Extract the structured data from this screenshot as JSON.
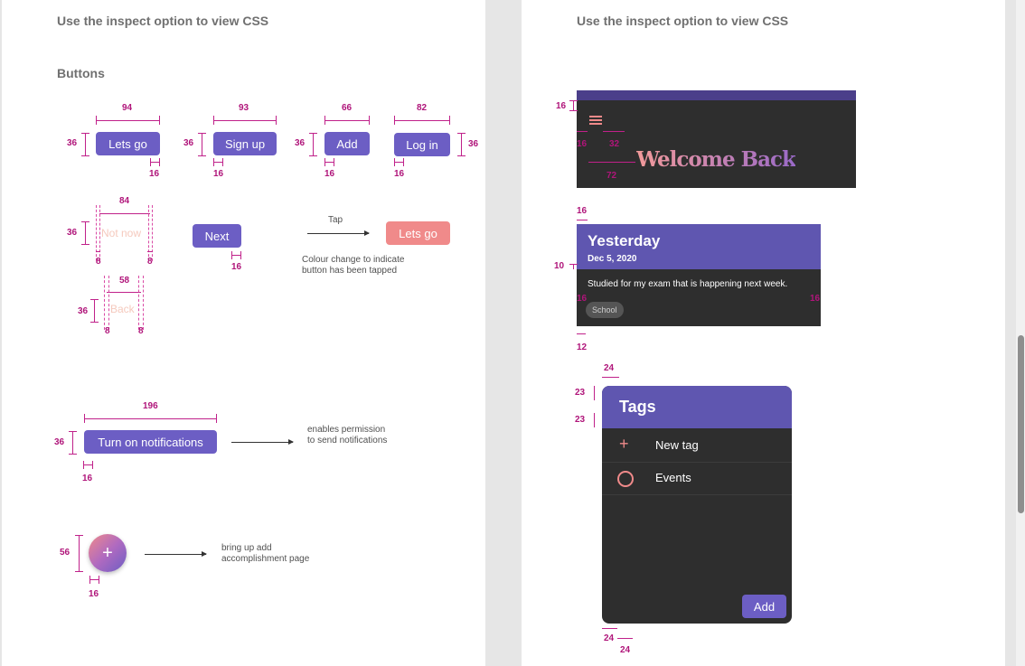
{
  "left_panel": {
    "header": "Use the inspect option to view CSS",
    "section_title": "Buttons",
    "buttons": {
      "lets_go": "Lets go",
      "sign_up": "Sign up",
      "add": "Add",
      "log_in": "Log in",
      "next": "Next",
      "lets_go_tapped": "Lets go",
      "not_now": "Not now",
      "back": "Back",
      "turn_on_notifications": "Turn on notifications",
      "fab_icon": "plus-icon"
    },
    "measures": {
      "w94": "94",
      "w93": "93",
      "w66": "66",
      "w82": "82",
      "h36a": "36",
      "h36b": "36",
      "h36c": "36",
      "h36d": "36",
      "p16a": "16",
      "p16b": "16",
      "p16c": "16",
      "p16d": "16",
      "w84": "84",
      "h36e": "36",
      "p8a": "8",
      "p8b": "8",
      "p16e": "16",
      "w58": "58",
      "h36f": "36",
      "p8c": "8",
      "p8d": "8",
      "w196": "196",
      "h36g": "36",
      "p16f": "16",
      "h56": "56",
      "p16g": "16"
    },
    "notes": {
      "tap": "Tap",
      "colour_change": "Colour change to indicate button has been tapped",
      "enables": "enables permission to send notifications",
      "bring_up": "bring up add accomplishment page"
    }
  },
  "right_panel": {
    "header": "Use the inspect option to view CSS",
    "welcome_card": {
      "title": "Welcome Back",
      "menu_icon": "hamburger-menu-icon",
      "m16a": "16",
      "m16b": "16",
      "m32": "32",
      "m72": "72"
    },
    "entry_card": {
      "title": "Yesterday",
      "date": "Dec 5, 2020",
      "text": "Studied for my exam that is happening next week.",
      "tag": "School",
      "m16top": "16",
      "m10": "10",
      "m16l": "16",
      "m16r": "16",
      "m12": "12"
    },
    "tags_dialog": {
      "title": "Tags",
      "items": [
        {
          "icon": "plus-icon",
          "label": "New tag"
        },
        {
          "icon": "circle-icon",
          "label": "Events"
        }
      ],
      "add_button": "Add",
      "m24a": "24",
      "m23a": "23",
      "m23b": "23",
      "m24b": "24",
      "m24c": "24"
    }
  },
  "colors": {
    "accent": "#6c5ec4",
    "card_dark": "#2e2e2e",
    "tapped": "#f08a8a",
    "measure": "#c0218a"
  }
}
